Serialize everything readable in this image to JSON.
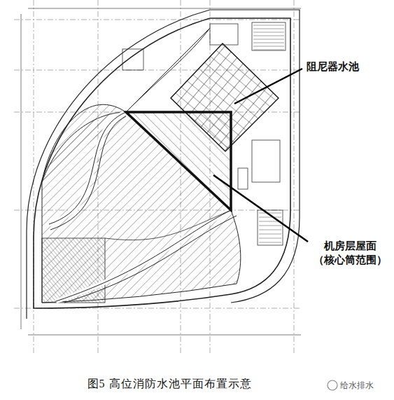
{
  "diagram": {
    "caption": "图5 高位消防水池平面布置示意",
    "labels": [
      "阻尼器水池",
      "机房层屋面 （核心筒范围）",
      "给水排水"
    ]
  }
}
